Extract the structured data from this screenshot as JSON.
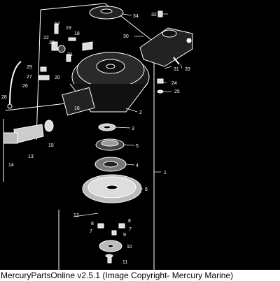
{
  "viewer": {
    "footer_text": "MercuryPartsOnline v2.5.1 (Image Copyright- Mercury Marine)"
  },
  "diagram": {
    "callouts": [
      {
        "id": "1",
        "name": "ref-1"
      },
      {
        "id": "2",
        "name": "ref-2"
      },
      {
        "id": "3",
        "name": "ref-3"
      },
      {
        "id": "4",
        "name": "ref-4"
      },
      {
        "id": "5",
        "name": "ref-5"
      },
      {
        "id": "6",
        "name": "ref-6"
      },
      {
        "id": "7",
        "name": "ref-7"
      },
      {
        "id": "7",
        "name": "ref-7b"
      },
      {
        "id": "8",
        "name": "ref-8"
      },
      {
        "id": "8",
        "name": "ref-8b"
      },
      {
        "id": "9",
        "name": "ref-9"
      },
      {
        "id": "10",
        "name": "ref-10"
      },
      {
        "id": "11",
        "name": "ref-11"
      },
      {
        "id": "12",
        "name": "ref-12"
      },
      {
        "id": "13",
        "name": "ref-13"
      },
      {
        "id": "14",
        "name": "ref-14"
      },
      {
        "id": "15",
        "name": "ref-15"
      },
      {
        "id": "16",
        "name": "ref-16"
      },
      {
        "id": "17",
        "name": "ref-17"
      },
      {
        "id": "18",
        "name": "ref-18"
      },
      {
        "id": "19",
        "name": "ref-19"
      },
      {
        "id": "20",
        "name": "ref-20"
      },
      {
        "id": "21",
        "name": "ref-21"
      },
      {
        "id": "22",
        "name": "ref-22"
      },
      {
        "id": "23",
        "name": "ref-23"
      },
      {
        "id": "24",
        "name": "ref-24"
      },
      {
        "id": "25",
        "name": "ref-25"
      },
      {
        "id": "26",
        "name": "ref-26"
      },
      {
        "id": "27",
        "name": "ref-27"
      },
      {
        "id": "28",
        "name": "ref-28"
      },
      {
        "id": "29",
        "name": "ref-29"
      },
      {
        "id": "30",
        "name": "ref-30"
      },
      {
        "id": "31",
        "name": "ref-31"
      },
      {
        "id": "32",
        "name": "ref-32"
      },
      {
        "id": "33",
        "name": "ref-33"
      },
      {
        "id": "34",
        "name": "ref-34"
      }
    ]
  }
}
